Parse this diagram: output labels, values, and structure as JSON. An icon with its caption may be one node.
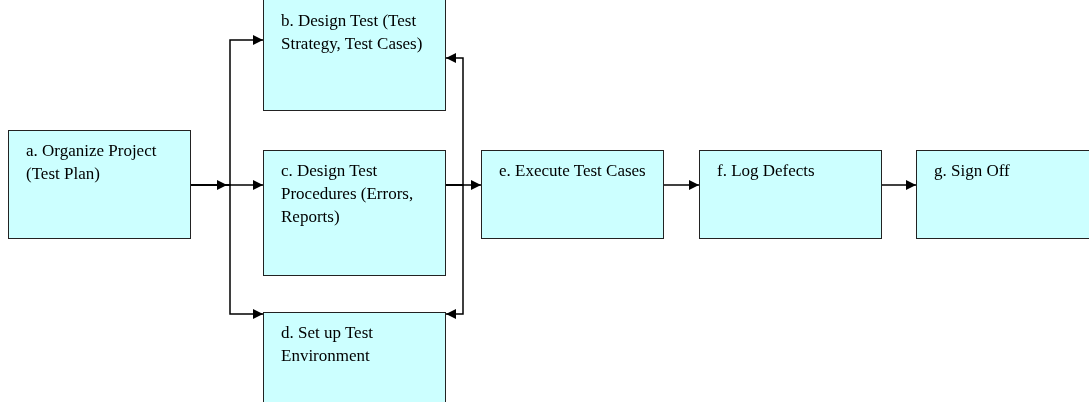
{
  "diagram": {
    "nodes": [
      {
        "text": [
          "a. Organize Project (Test Plan)"
        ]
      },
      {
        "text": [
          "b. Design Test (Test Strategy, Test Cases)"
        ]
      },
      {
        "text": [
          "c. Design Test Procedures (Errors, Reports)"
        ]
      },
      {
        "text": [
          "d. Set up Test Environment"
        ]
      },
      {
        "text": [
          "e. Execute Test Cases"
        ]
      },
      {
        "text": [
          "f. Log Defects"
        ]
      },
      {
        "text": [
          "g. Sign Off"
        ]
      }
    ],
    "edges": [
      {
        "from": 0,
        "to": 1,
        "arrow": "to"
      },
      {
        "from": 0,
        "to": 2,
        "arrow": "to"
      },
      {
        "from": 0,
        "to": 3,
        "arrow": "to"
      },
      {
        "from": 2,
        "to": 1,
        "arrow": "to"
      },
      {
        "from": 2,
        "to": 4,
        "arrow": "to"
      },
      {
        "from": 2,
        "to": 3,
        "arrow": "to"
      },
      {
        "from": 4,
        "to": 5,
        "arrow": "to"
      },
      {
        "from": 5,
        "to": 6,
        "arrow": "to"
      }
    ]
  }
}
